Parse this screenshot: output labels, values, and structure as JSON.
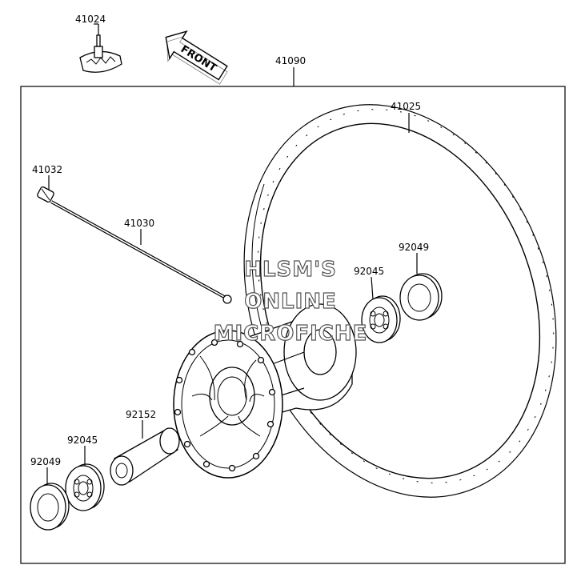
{
  "diagram": {
    "labels": {
      "p41024": "41024",
      "p41090": "41090",
      "p41025": "41025",
      "p41032": "41032",
      "p41030": "41030",
      "p92049_right": "92049",
      "p92045_right": "92045",
      "p92152": "92152",
      "p92045_left": "92045",
      "p92049_left": "92049"
    },
    "front_arrow_text": "FRONT",
    "watermark": [
      "HLSM'S",
      "ONLINE",
      "MICROFICHE"
    ]
  }
}
